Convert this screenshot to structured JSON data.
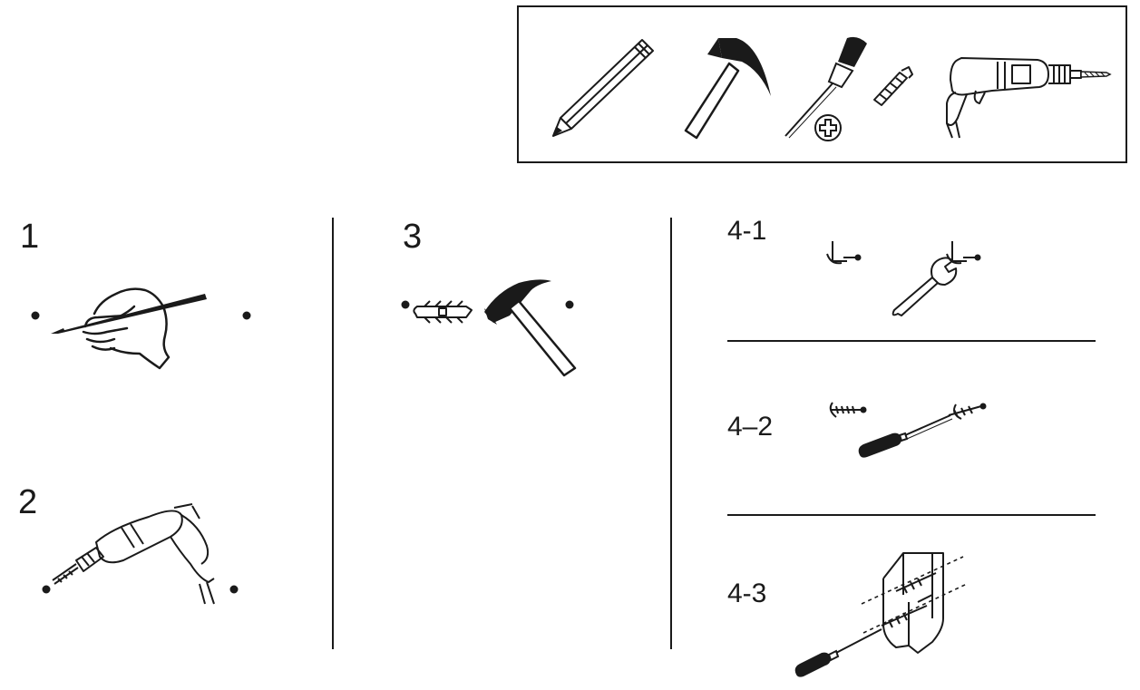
{
  "tools": {
    "items": [
      {
        "name": "pencil"
      },
      {
        "name": "hammer"
      },
      {
        "name": "screwdriver"
      },
      {
        "name": "wall-plug"
      },
      {
        "name": "screw-head"
      },
      {
        "name": "power-drill"
      }
    ]
  },
  "steps": {
    "s1": {
      "label": "1"
    },
    "s2": {
      "label": "2"
    },
    "s3": {
      "label": "3"
    },
    "s4_1": {
      "label": "4-1"
    },
    "s4_2": {
      "label": "4–2"
    },
    "s4_3": {
      "label": "4-3"
    }
  },
  "colors": {
    "ink": "#1a1a1a",
    "background": "#ffffff"
  }
}
